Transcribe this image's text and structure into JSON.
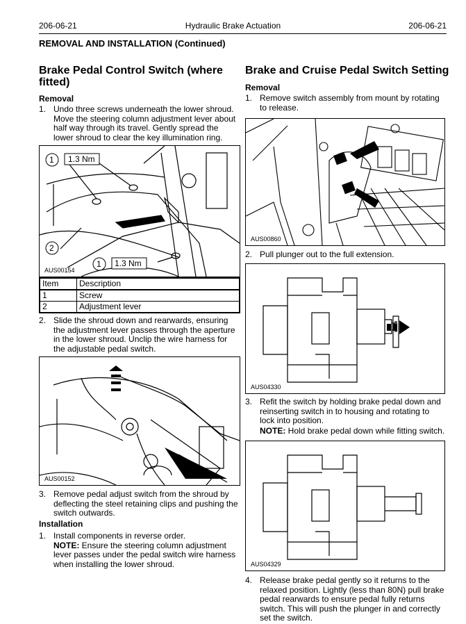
{
  "header": {
    "page_left": "206-06-21",
    "title": "Hydraulic Brake Actuation",
    "page_right": "206-06-21"
  },
  "section_title": "REMOVAL AND INSTALLATION (Continued)",
  "left": {
    "heading_line1": "Brake Pedal Control Switch (where",
    "heading_line2": "fitted)",
    "removal_label": "Removal",
    "step1": {
      "num": "1.",
      "lines": [
        "Undo three screws underneath the lower shroud.",
        "Move the steering column adjustment lever about",
        "half way through its travel. Gently spread the",
        "lower shroud to clear the key illumination ring."
      ]
    },
    "fig1": {
      "code": "AUS00154",
      "callout1_num": "1",
      "callout1_torque": "1.3 Nm",
      "callout2_num": "2",
      "callout3_num": "1",
      "callout3_torque": "1.3 Nm"
    },
    "table": {
      "header": [
        "Item",
        "Description"
      ],
      "rows": [
        [
          "1",
          "Screw"
        ],
        [
          "2",
          "Adjustment lever"
        ]
      ]
    },
    "step2": {
      "num": "2.",
      "lines": [
        "Slide the shroud down and rearwards, ensuring",
        "the adjustment lever passes through the aperture",
        "in the lower shroud. Unclip the wire harness for",
        "the adjustable pedal switch."
      ]
    },
    "fig2": {
      "code": "AUS00152"
    },
    "step3": {
      "num": "3.",
      "lines": [
        "Remove pedal adjust switch from the shroud by",
        "deflecting the steel retaining clips and pushing the",
        "switch outwards."
      ]
    },
    "installation_label": "Installation",
    "inst1": {
      "num": "1.",
      "lines": [
        "Install components in reverse order."
      ],
      "note_label": "NOTE:",
      "note_lines": [
        " Ensure the steering column adjustment",
        "lever passes under the pedal switch wire harness",
        "when installing the lower shroud."
      ]
    }
  },
  "right": {
    "heading": "Brake and Cruise Pedal Switch Setting",
    "removal_label": "Removal",
    "step1": {
      "num": "1.",
      "lines": [
        "Remove switch assembly from mount by rotating",
        "to release."
      ]
    },
    "fig1": {
      "code": "AUS00860"
    },
    "step2": {
      "num": "2.",
      "lines": [
        "Pull plunger out to the full extension."
      ]
    },
    "fig2": {
      "code": "AUS04330"
    },
    "step3": {
      "num": "3.",
      "lines": [
        "Refit the switch by holding brake pedal down and",
        "reinserting switch in to housing and rotating to",
        "lock into position."
      ],
      "note_label": "NOTE:",
      "note_text": " Hold brake pedal down while fitting switch."
    },
    "fig3": {
      "code": "AUS04329"
    },
    "step4": {
      "num": "4.",
      "lines": [
        "Release brake pedal gently so it returns to the",
        "relaxed position. Lightly (less than 80N) pull brake",
        "pedal rearwards to ensure pedal fully returns",
        "switch. This will push the plunger in and correctly",
        "set the switch."
      ]
    }
  }
}
